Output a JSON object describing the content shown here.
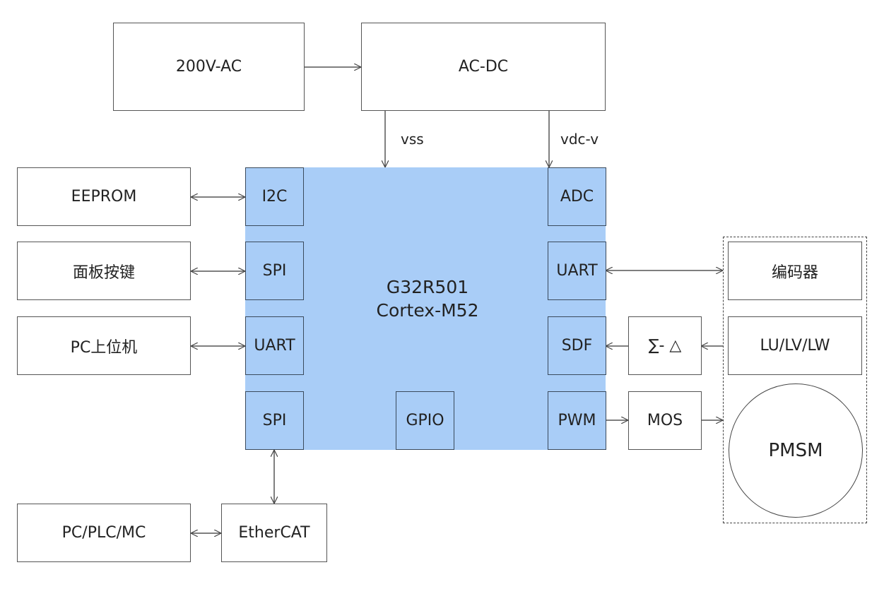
{
  "diagram": {
    "power": {
      "source": "200V-AC",
      "converter": "AC-DC",
      "rails": [
        "vss",
        "vdc-v"
      ]
    },
    "mcu": {
      "name": "G32R501",
      "core": "Cortex-M52",
      "pins_left": [
        "I2C",
        "SPI",
        "UART",
        "SPI"
      ],
      "pins_right": [
        "ADC",
        "UART",
        "SDF",
        "PWM"
      ],
      "pin_bottom": "GPIO",
      "color": "#a9cdf7"
    },
    "peripherals_left": [
      "EEPROM",
      "面板按键",
      "PC上位机"
    ],
    "network": {
      "controller": "PC/PLC/MC",
      "bus": "EtherCAT"
    },
    "power_stage": {
      "modulator": "∑- △",
      "driver": "MOS"
    },
    "motor_group": {
      "encoder": "编码器",
      "current_sense": "LU/LV/LW",
      "motor": "PMSM"
    }
  }
}
